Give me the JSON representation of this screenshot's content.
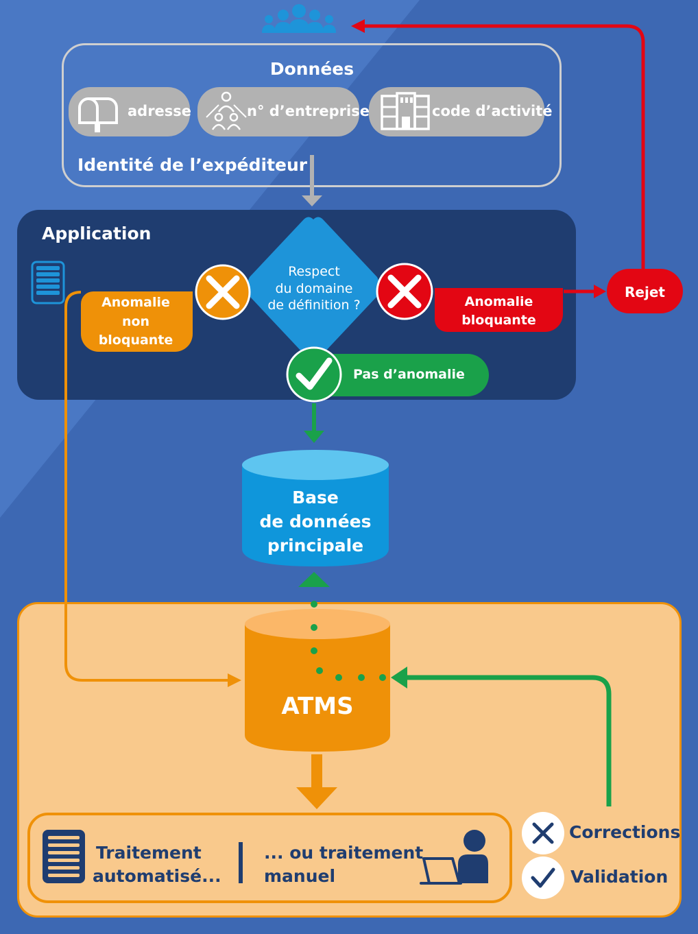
{
  "donnees": {
    "title": "Données",
    "items": [
      {
        "label": "adresse",
        "icon": "mailbox-icon"
      },
      {
        "label": "n° d’entreprise",
        "icon": "organization-icon"
      },
      {
        "label": "code d’activité",
        "icon": "building-icon"
      }
    ],
    "caption": "Identité de l’expéditeur"
  },
  "application": {
    "title": "Application",
    "decision": [
      "Respect",
      "du domaine",
      "de définition ?"
    ],
    "non_blocking": [
      "Anomalie",
      "non",
      "bloquante"
    ],
    "blocking": [
      "Anomalie",
      "bloquante"
    ],
    "ok": "Pas d’anomalie"
  },
  "reject": "Rejet",
  "database": [
    "Base",
    "de données",
    "principale"
  ],
  "atms": "ATMS",
  "processing": {
    "auto": [
      "Traitement",
      "automatisé..."
    ],
    "manual": [
      "... ou traitement",
      "manuel"
    ]
  },
  "actions": {
    "corrections": "Corrections",
    "validation": "Validation"
  },
  "colors": {
    "background": "#3d68b3",
    "panel_dark": "#1f3d70",
    "grey": "#b2b2b2",
    "blue": "#1e94d9",
    "orange": "#ef9108",
    "light_orange": "#f9c98c",
    "red": "#e30613",
    "green": "#1aa14a"
  }
}
